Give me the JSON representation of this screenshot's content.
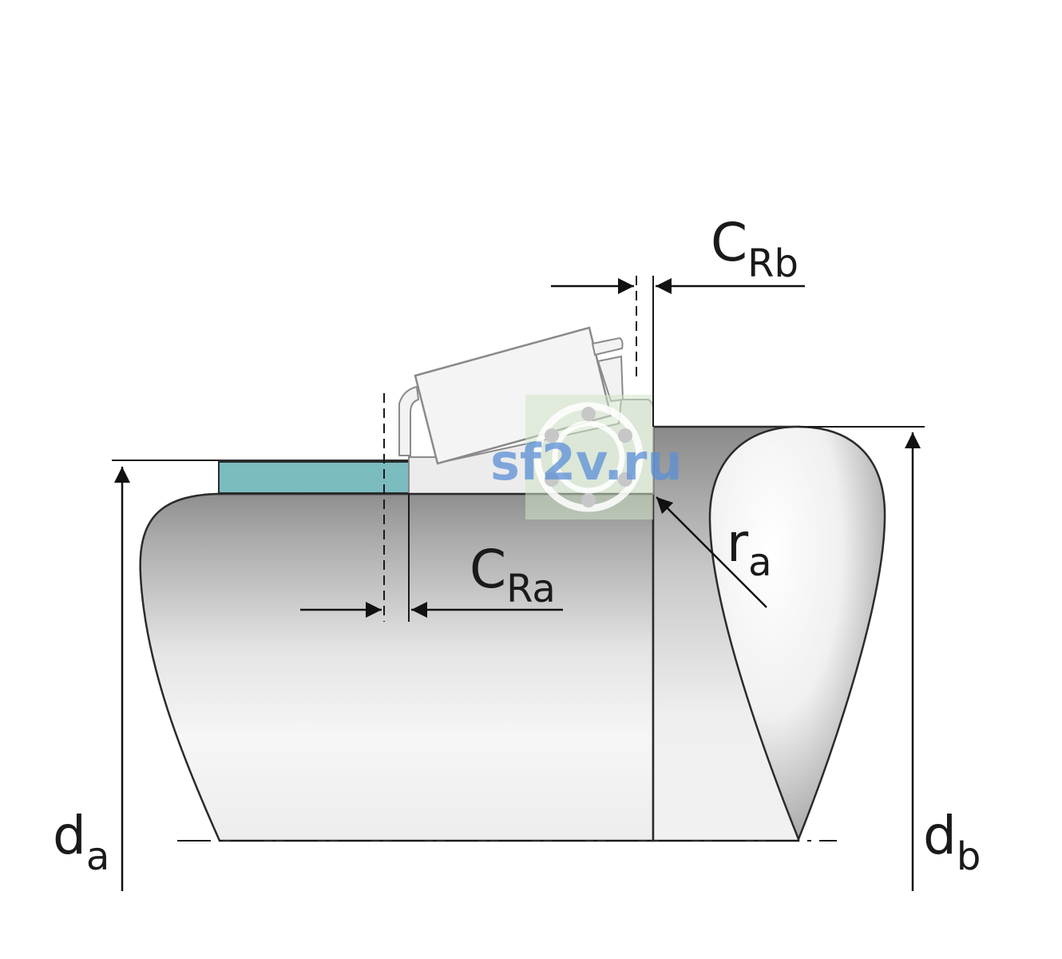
{
  "labels": {
    "crb": {
      "main": "C",
      "sub": "Rb"
    },
    "cra": {
      "main": "C",
      "sub": "Ra"
    },
    "ra": {
      "main": "r",
      "sub": "a"
    },
    "da": {
      "main": "d",
      "sub": "a"
    },
    "db": {
      "main": "d",
      "sub": "b"
    }
  },
  "watermark": {
    "text": "sf2v.ru"
  },
  "colors": {
    "seal_fill": "#7bbcc1",
    "watermark_text": "#5b8fd6",
    "watermark_bg": "#cfe3c8",
    "outline": "#2b2b2b"
  }
}
